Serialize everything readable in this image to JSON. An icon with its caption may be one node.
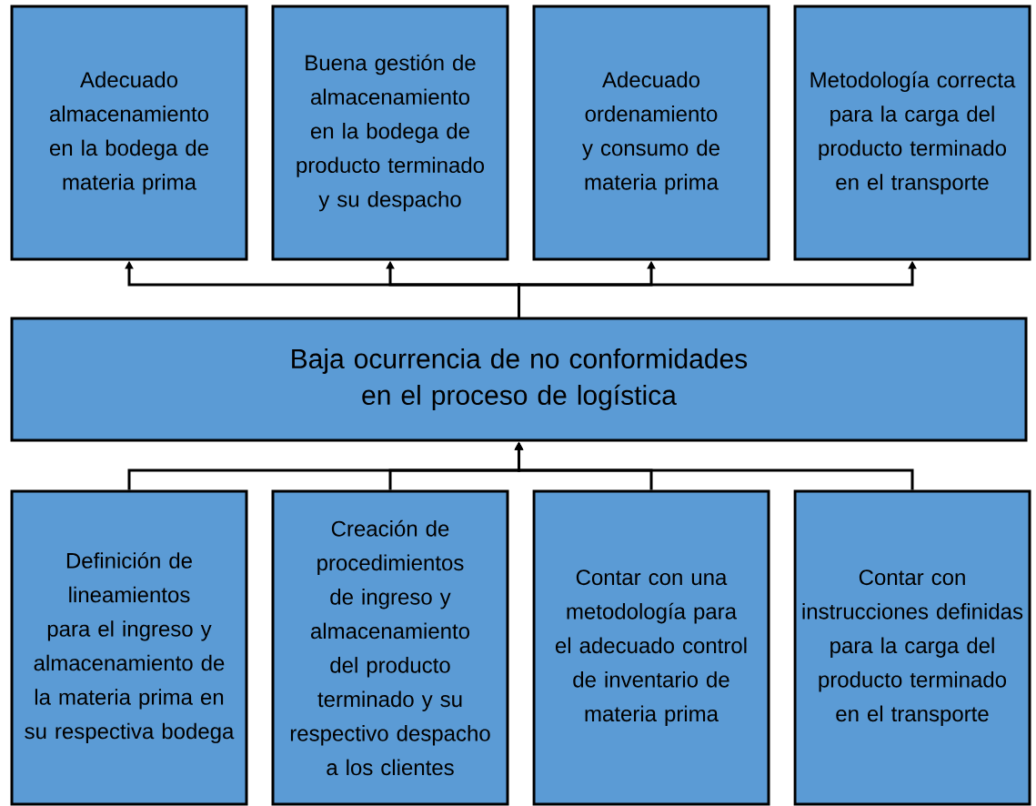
{
  "diagram": {
    "nodes": [
      {
        "text": [
          "Adecuado almacenamiento en la bodega de materia prima"
        ]
      },
      {
        "text": [
          "Buena gestión de almacenamiento en la bodega de producto terminado y su despacho"
        ]
      },
      {
        "text": [
          "Adecuado ordenamiento y consumo de materia prima"
        ]
      },
      {
        "text": [
          "Metodología correcta para la carga del producto terminado en el transporte"
        ]
      },
      {
        "text": [
          "Baja ocurrencia de no conformidades en el proceso de logística"
        ]
      },
      {
        "text": [
          "Definición de lineamientos para el ingreso y almacenamiento de la materia prima en su respectiva bodega"
        ]
      },
      {
        "text": [
          "Creación de procedimientos de ingreso y almacenamiento del producto terminado y su respectivo despacho a los clientes"
        ]
      },
      {
        "text": [
          "Contar con una metodología para el adecuado control de inventario de materia prima"
        ]
      },
      {
        "text": [
          "Contar con instrucciones definidas para la carga del producto terminado en el transporte"
        ]
      }
    ],
    "edges": [
      {
        "from": 4,
        "to": 0,
        "arrow": "to"
      },
      {
        "from": 4,
        "to": 1,
        "arrow": "to"
      },
      {
        "from": 4,
        "to": 2,
        "arrow": "to"
      },
      {
        "from": 4,
        "to": 3,
        "arrow": "to"
      },
      {
        "from": 5,
        "to": 4,
        "arrow": "to"
      },
      {
        "from": 6,
        "to": 4,
        "arrow": "to"
      },
      {
        "from": 7,
        "to": 4,
        "arrow": "to"
      },
      {
        "from": 8,
        "to": 4,
        "arrow": "to"
      }
    ]
  }
}
